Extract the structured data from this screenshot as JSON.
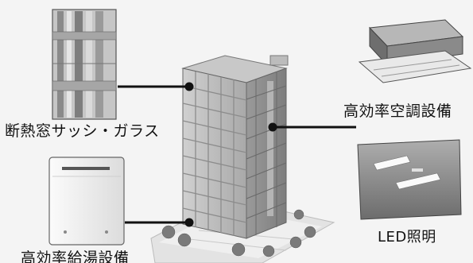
{
  "labels": {
    "window": "断熱窓サッシ・ガラス",
    "hvac": "高効率空調設備",
    "water_heater": "高効率給湯設備",
    "led": "LED照明"
  },
  "colors": {
    "background": "#f4f4f4",
    "connector_line": "#111111",
    "building_front": "#bdbdbd",
    "building_side": "#8f8f8f",
    "glass": "#d8d8d8",
    "ground": "#e6e6e6",
    "trees": "#6f6f6f"
  },
  "icons": {
    "window": "window-sash-icon",
    "hvac": "ceiling-air-conditioner-icon",
    "water_heater": "water-heater-icon",
    "led": "led-ceiling-light-icon",
    "building": "office-building-icon"
  }
}
